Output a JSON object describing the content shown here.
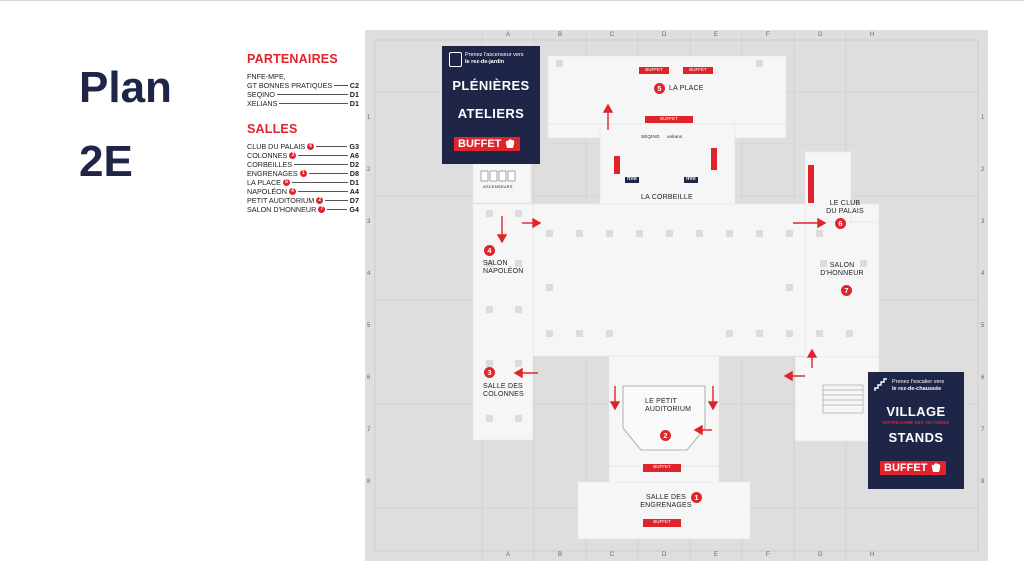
{
  "title": {
    "line1": "Plan",
    "line2": "2E"
  },
  "legend": {
    "partners_heading": "PARTENAIRES",
    "partners": [
      {
        "name": "FNFE-MPE,",
        "code": ""
      },
      {
        "name": "GT BONNES PRATIQUES",
        "code": "C2"
      },
      {
        "name": "SEQINO",
        "code": "D1"
      },
      {
        "name": "XELIANS",
        "code": "D1"
      }
    ],
    "rooms_heading": "SALLES",
    "rooms": [
      {
        "name": "CLUB DU PALAIS",
        "num": "6",
        "code": "G3"
      },
      {
        "name": "COLONNES",
        "num": "3",
        "code": "A6"
      },
      {
        "name": "CORBEILLES",
        "num": "",
        "code": "D2"
      },
      {
        "name": "ENGRENAGES",
        "num": "1",
        "code": "D8"
      },
      {
        "name": "LA PLACE",
        "num": "5",
        "code": "D1"
      },
      {
        "name": "NAPOLÉON",
        "num": "4",
        "code": "A4"
      },
      {
        "name": "PETIT AUDITORIUM",
        "num": "2",
        "code": "D7"
      },
      {
        "name": "SALON D'HONNEUR",
        "num": "7",
        "code": "G4"
      }
    ]
  },
  "map": {
    "col_labels": [
      "A",
      "B",
      "C",
      "D",
      "E",
      "F",
      "G",
      "H"
    ],
    "row_labels": [
      "1",
      "2",
      "3",
      "4",
      "5",
      "6",
      "7",
      "8"
    ],
    "rooms": {
      "la_place": "LA PLACE",
      "la_corbeille": "LA CORBEILLE",
      "club_palais": "LE CLUB DU PALAIS",
      "salon_napoleon": "SALON NAPOLÉON",
      "salon_honneur": "SALON D'HONNEUR",
      "salle_colonnes": "SALLE DES COLONNES",
      "petit_auditorium": "LE PETIT AUDITORIUM",
      "salle_engrenages": "SALLE DES ENGRENAGES",
      "ascenseurs": "ASCENSEURS"
    },
    "pins": {
      "la_place": "5",
      "club_palais": "6",
      "napoleon": "4",
      "honneur": "7",
      "colonnes": "3",
      "auditorium": "2",
      "engrenages": "1"
    },
    "buffet_small": "BUFFET",
    "stands": {
      "seqino": "SEQINO",
      "xelians": "xelians"
    },
    "fnfe_stand": "fnfe"
  },
  "sign_top": {
    "note_line1": "Prenez l'ascenseur vers",
    "note_line2": "le rez-de-jardin",
    "line_a": "PLÉNIÈRES",
    "line_b": "ATELIERS",
    "buffet": "BUFFET"
  },
  "sign_bottom": {
    "note_line1": "Prenez l'escalier vers",
    "note_line2": "le rez-de-chaussée",
    "line_a": "VILLAGE",
    "sub": "NOTRE-DAME DES VICTOIRES",
    "line_b": "STANDS",
    "buffet": "BUFFET"
  },
  "colors": {
    "navy": "#1f2547",
    "red": "#e0242c",
    "map_bg": "#dedede",
    "floor": "#f5f5f5"
  }
}
